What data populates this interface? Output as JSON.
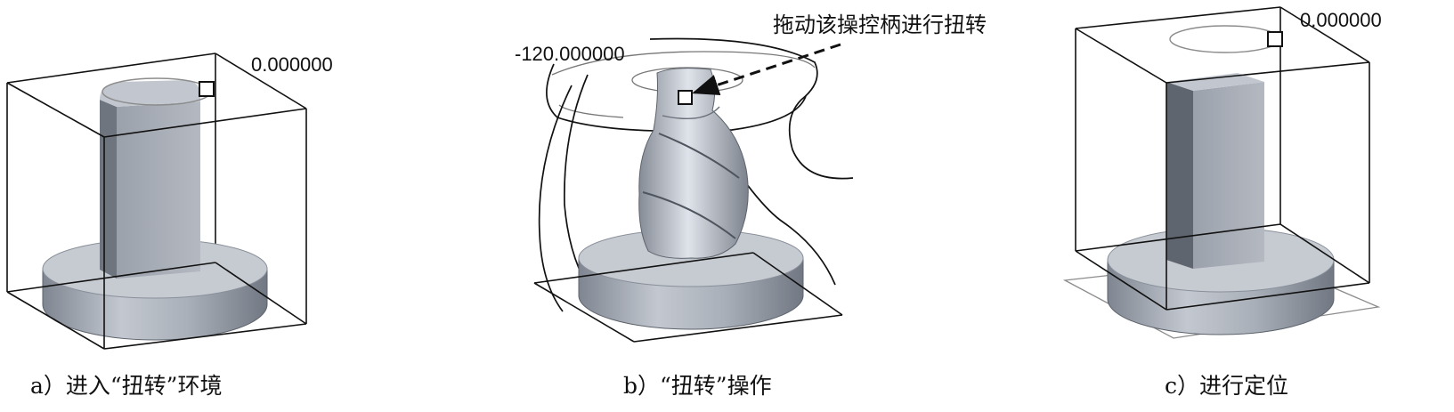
{
  "panels": [
    {
      "id": "a",
      "value": "0.000000",
      "caption": "a）进入“扭转”环境"
    },
    {
      "id": "b",
      "value": "-120.000000",
      "caption": "b）“扭转”操作",
      "annotation": "拖动该操控柄进行扭转"
    },
    {
      "id": "c",
      "value": "0.000000",
      "caption": "c）进行定位"
    }
  ],
  "colors": {
    "line": "#111111",
    "solid_light": "#c9ced6",
    "solid_mid": "#9aa1ac",
    "solid_dark": "#6b717b"
  }
}
